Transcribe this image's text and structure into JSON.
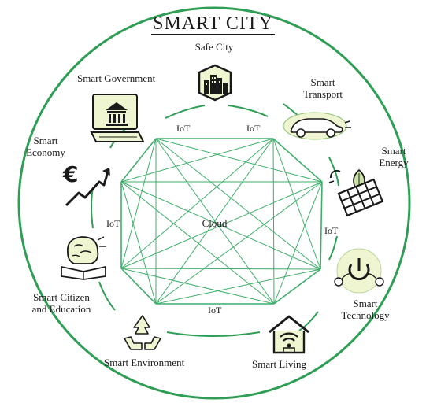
{
  "title": "SMART CITY",
  "center_label": "Cloud",
  "iot_label": "IoT",
  "nodes": {
    "safe_city": "Safe City",
    "smart_government": "Smart Government",
    "smart_transport": [
      "Smart",
      "Transport"
    ],
    "smart_economy": [
      "Smart",
      "Economy"
    ],
    "smart_energy": [
      "Smart",
      "Energy"
    ],
    "smart_citizen": [
      "Smart Citizen",
      "and Education"
    ],
    "smart_technology": [
      "Smart",
      "Technology"
    ],
    "smart_environment": "Smart Environment",
    "smart_living": "Smart Living"
  },
  "colors": {
    "ring": "#2e9e55",
    "mesh": "#3fae6a",
    "ink": "#1a1a1a",
    "icon_fill": "#eef5d0"
  },
  "icons": {
    "safe_city": "city-skyline-icon",
    "smart_government": "government-building-computer-icon",
    "smart_transport": "car-icon",
    "smart_economy": "euro-growth-icon",
    "smart_energy": "solar-panel-leaf-icon",
    "smart_citizen": "brain-book-icon",
    "smart_technology": "power-button-icon",
    "smart_environment": "recycle-icon",
    "smart_living": "smart-house-icon"
  }
}
